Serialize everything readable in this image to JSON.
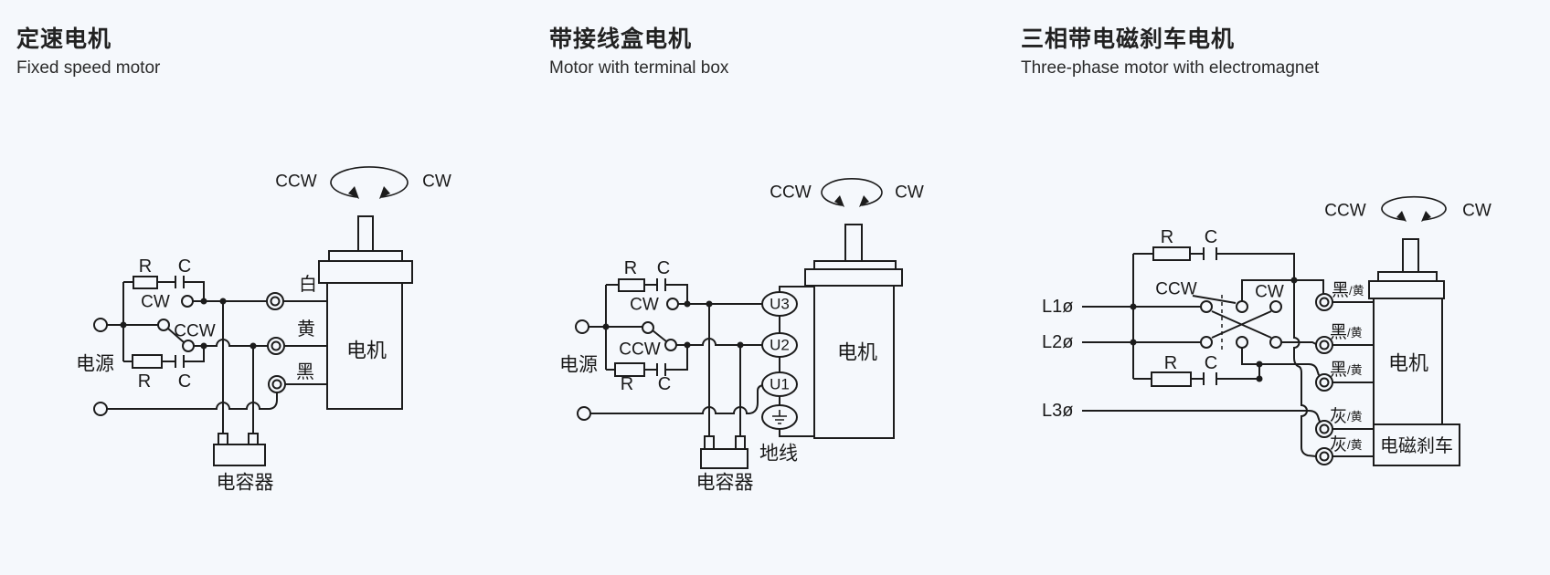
{
  "canvas": {
    "bg": "#f5f8fc",
    "line": "#1c1c1c"
  },
  "panels": [
    {
      "id": "fixed-speed",
      "title_zh": "定速电机",
      "title_en": "Fixed speed motor",
      "labels": {
        "rot_ccw": "CCW",
        "rot_cw": "CW",
        "r": "R",
        "c": "C",
        "sw_cw": "CW",
        "sw_ccw": "CCW",
        "power": "电源",
        "motor": "电机",
        "capacitor": "电容器",
        "wire_white": "白",
        "wire_yellow": "黄",
        "wire_black": "黑"
      }
    },
    {
      "id": "terminal-box",
      "title_zh": "带接线盒电机",
      "title_en": "Motor with terminal box",
      "labels": {
        "rot_ccw": "CCW",
        "rot_cw": "CW",
        "r": "R",
        "c": "C",
        "sw_cw": "CW",
        "sw_ccw": "CCW",
        "power": "电源",
        "motor": "电机",
        "capacitor": "电容器",
        "u3": "U3",
        "u2": "U2",
        "u1": "U1",
        "ground": "地线"
      }
    },
    {
      "id": "three-phase-brake",
      "title_zh": "三相带电磁刹车电机",
      "title_en": "Three-phase motor with electromagnet",
      "labels": {
        "rot_ccw": "CCW",
        "rot_cw": "CW",
        "r": "R",
        "c": "C",
        "sw_ccw": "CCW",
        "sw_cw": "CW",
        "l1": "L1ø",
        "l2": "L2ø",
        "l3": "L3ø",
        "motor": "电机",
        "brake": "电磁刹车",
        "black": "黑",
        "gray": "灰",
        "slash_yellow": "/黄"
      }
    }
  ]
}
